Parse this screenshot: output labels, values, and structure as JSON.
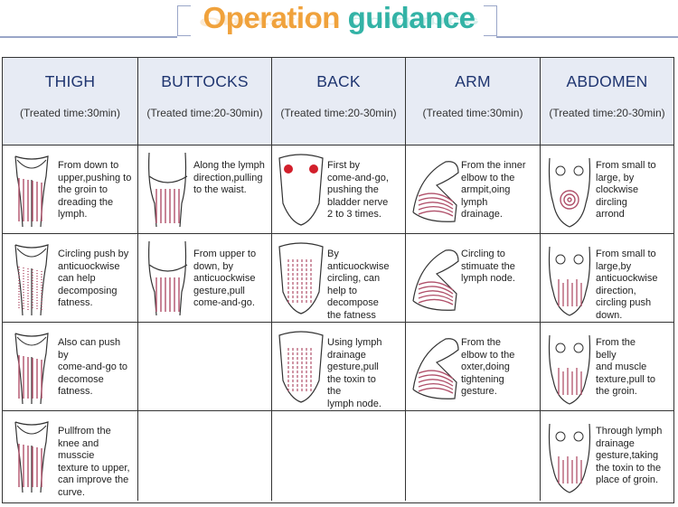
{
  "title": {
    "word1": "Operation",
    "word2": "guidance"
  },
  "headers": [
    {
      "name": "THIGH",
      "time": "(Treated time:30min)"
    },
    {
      "name": "BUTTOCKS",
      "time": "(Treated time:20-30min)"
    },
    {
      "name": "BACK",
      "time": "(Treated time:20-30min)"
    },
    {
      "name": "ARM",
      "time": "(Treated time:30min)"
    },
    {
      "name": "ABDOMEN",
      "time": "(Treated time:20-30min)"
    }
  ],
  "rows": [
    [
      "From down to\nupper,pushing to\nthe groin to\ndreading the\nlymph.",
      "Along the lymph\ndirection,pulling\nto the waist.",
      "First by\ncome-and-go,\npushing the\nbladder nerve\n2 to 3 times.",
      "From the inner\nelbow to the\narmpit,oing\nlymph\ndrainage.",
      "From small to\nlarge, by\nclockwise\ndircling\narrond"
    ],
    [
      "Circling push by\nanticuockwise\ncan help\ndecomposing\nfatness.",
      "From upper to\ndown, by\nanticuockwise\ngesture,pull\ncome-and-go.",
      "By\nanticuockwise\ncircling, can\nhelp to\ndecompose\nthe fatness",
      "Circling to\nstimuate the\nlymph node.",
      "From small to\nlarge,by\nanticuockwise\ndirection,\ncircling push\ndown."
    ],
    [
      "Also can push\nby\ncome-and-go to\ndecomose\nfatness.",
      "",
      "Using lymph\ndrainage\ngesture,pull\nthe toxin to\nthe\nlymph node.",
      "From the\nelbow to the\noxter,doing\ntightening\ngesture.",
      "From the\nbelly\nand muscle\ntexture,pull to\nthe groin."
    ],
    [
      "Pullfrom the\nknee and\nmusscie\ntexture to upper,\ncan improve the\ncurve.",
      "",
      "",
      "",
      "Through lymph\ndrainage\ngesture,taking\nthe toxin to the\nplace of groin."
    ]
  ],
  "colors": {
    "accent_orange": "#f0a23c",
    "accent_teal": "#33b3a6",
    "header_bg": "#e7ebf4",
    "header_text": "#1f3570",
    "stroke_red": "#b0506a"
  }
}
